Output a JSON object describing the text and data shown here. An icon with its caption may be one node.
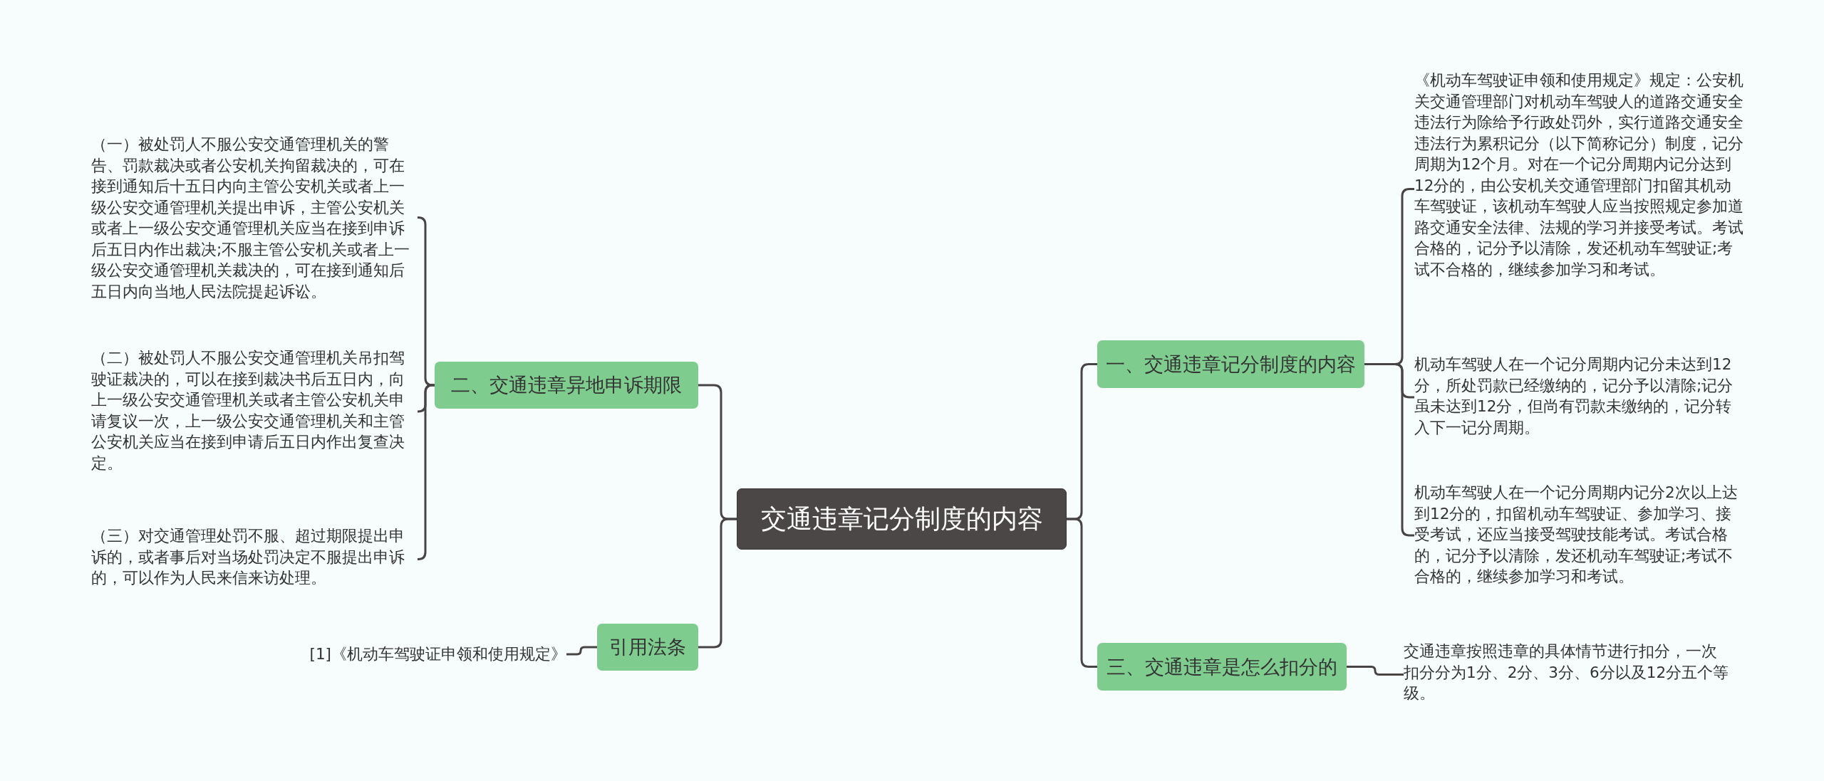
{
  "diagram": {
    "nodes": [
      {
        "text": [
          "交通违章记分制度的内容"
        ]
      },
      {
        "text": [
          "二、交通违章异地申诉期限"
        ]
      },
      {
        "text": [
          "（一）被处罚人不服公安交通管理机关的警告、罚款裁决或者公安机关拘留裁决的，可在接到通知后十五日内向主管公安机关或者上一级公安交通管理机关提出申诉，主管公安机关或者上一级公安交通管理机关应当在接到申诉后五日内作出裁决;不服主管公安机关或者上一级公安交通管理机关裁决的，可在接到通知后五日内向当地人民法院提起诉讼。"
        ]
      },
      {
        "text": [
          "（二）被处罚人不服公安交通管理机关吊扣驾驶证裁决的，可以在接到裁决书后五日内，向上一级公安交通管理机关或者主管公安机关申请复议一次，上一级公安交通管理机关和主管公安机关应当在接到申请后五日内作出复查决定。"
        ]
      },
      {
        "text": [
          "（三）对交通管理处罚不服、超过期限提出申诉的，或者事后对当场处罚决定不服提出申诉的，可以作为人民来信来访处理。"
        ]
      },
      {
        "text": [
          "引用法条"
        ]
      },
      {
        "text": [
          "[1]《机动车驾驶证申领和使用规定》"
        ]
      },
      {
        "text": [
          "一、交通违章记分制度的内容"
        ]
      },
      {
        "text": [
          "《机动车驾驶证申领和使用规定》规定：公安机关交通管理部门对机动车驾驶人的道路交通安全违法行为除给予行政处罚外，实行道路交通安全违法行为累积记分（以下简称记分）制度，记分周期为12个月。对在一个记分周期内记分达到12分的，由公安机关交通管理部门扣留其机动车驾驶证，该机动车驾驶人应当按照规定参加道路交通安全法律、法规的学习并接受考试。考试合格的，记分予以清除，发还机动车驾驶证;考试不合格的，继续参加学习和考试。"
        ]
      },
      {
        "text": [
          "机动车驾驶人在一个记分周期内记分未达到12分，所处罚款已经缴纳的，记分予以清除;记分虽未达到12分，但尚有罚款未缴纳的，记分转入下一记分周期。"
        ]
      },
      {
        "text": [
          "机动车驾驶人在一个记分周期内记分2次以上达到12分的，扣留机动车驾驶证、参加学习、接受考试，还应当接受驾驶技能考试。考试合格的，记分予以清除，发还机动车驾驶证;考试不合格的，继续参加学习和考试。"
        ]
      },
      {
        "text": [
          "三、交通违章是怎么扣分的"
        ]
      },
      {
        "text": [
          "交通违章按照违章的具体情节进行扣分，一次扣分分为1分、2分、3分、6分以及12分五个等级。"
        ]
      }
    ],
    "edges": [
      {
        "from": 0,
        "to": 1,
        "arrow": "none"
      },
      {
        "from": 1,
        "to": 2,
        "arrow": "none"
      },
      {
        "from": 1,
        "to": 3,
        "arrow": "none"
      },
      {
        "from": 1,
        "to": 4,
        "arrow": "none"
      },
      {
        "from": 0,
        "to": 5,
        "arrow": "none"
      },
      {
        "from": 5,
        "to": 6,
        "arrow": "none"
      },
      {
        "from": 0,
        "to": 7,
        "arrow": "none"
      },
      {
        "from": 7,
        "to": 8,
        "arrow": "none"
      },
      {
        "from": 7,
        "to": 9,
        "arrow": "none"
      },
      {
        "from": 7,
        "to": 10,
        "arrow": "none"
      },
      {
        "from": 0,
        "to": 11,
        "arrow": "none"
      },
      {
        "from": 11,
        "to": 12,
        "arrow": "none"
      }
    ]
  }
}
